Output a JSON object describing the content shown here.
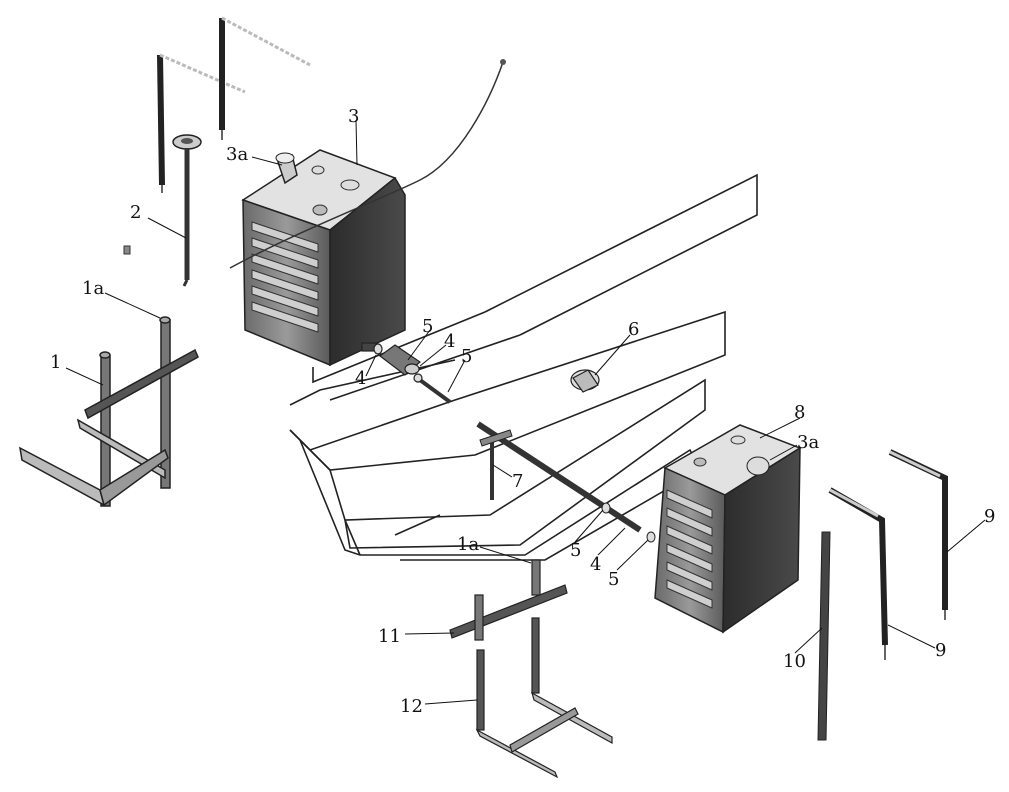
{
  "callouts": {
    "c1": "1",
    "c1a_left": "1a",
    "c1a_bottom": "1a",
    "c2": "2",
    "c3": "3",
    "c3a_left": "3a",
    "c3a_right": "3a",
    "c4_a": "4",
    "c4_b": "4",
    "c4_c": "4",
    "c5_a": "5",
    "c5_b": "5",
    "c5_c": "5",
    "c5_d": "5",
    "c6": "6",
    "c7": "7",
    "c8": "8",
    "c9_a": "9",
    "c9_b": "9",
    "c10": "10",
    "c11": "11",
    "c12": "12"
  },
  "colors": {
    "line": "#111111",
    "tank_dark": "#3b3b3b",
    "tank_mid": "#8a8a8a",
    "tank_light": "#d8d8d8",
    "part": "#555555"
  }
}
